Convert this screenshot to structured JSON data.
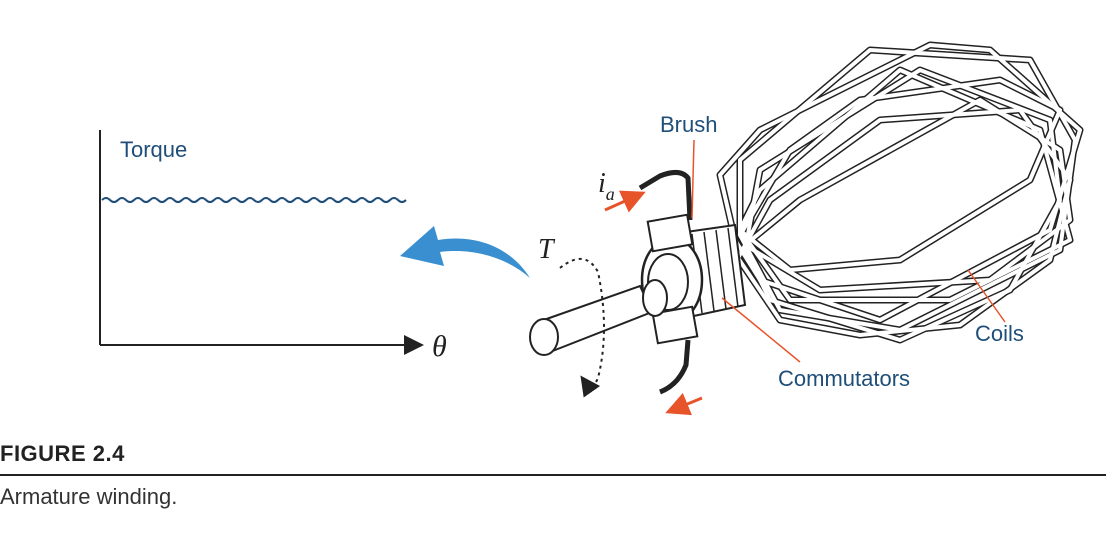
{
  "colors": {
    "label": "#1f4e79",
    "arrow_blue": "#3a8fd0",
    "arrow_orange": "#e8542a",
    "line": "#222222"
  },
  "graph": {
    "y_label": "Torque",
    "x_label": "θ"
  },
  "motor": {
    "torque_symbol": "T",
    "current_symbol": "i",
    "current_subscript": "a",
    "brush_label": "Brush",
    "coils_label": "Coils",
    "commutators_label": "Commutators"
  },
  "caption": {
    "figure_number": "FIGURE 2.4",
    "text": "Armature winding."
  }
}
